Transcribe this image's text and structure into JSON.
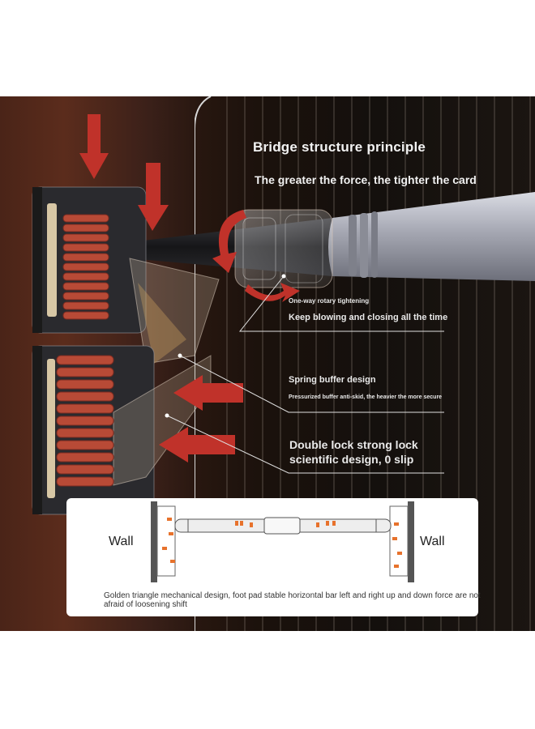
{
  "header": {
    "title": "Bridge structure principle",
    "subtitle": "The greater the force, the tighter the card"
  },
  "callouts": {
    "rotary_label": "One-way rotary tightening",
    "rotary_detail": "Keep blowing and closing all the time",
    "spring_label": "Spring buffer design",
    "spring_detail": "Pressurized buffer anti-skid, the heavier the more secure",
    "lock_line1": "Double lock strong lock",
    "lock_line2": "scientific design, 0 slip"
  },
  "diagram": {
    "left_wall": "Wall",
    "right_wall": "Wall",
    "caption": "Golden triangle mechanical design, foot pad stable horizontal bar left and right up and down force are not afraid of loosening shift"
  },
  "colors": {
    "arrow_red": "#c0322a",
    "spring_copper": "#b84a36",
    "bar_gray": "#a7a9b3",
    "background_dark": "#14100d"
  }
}
